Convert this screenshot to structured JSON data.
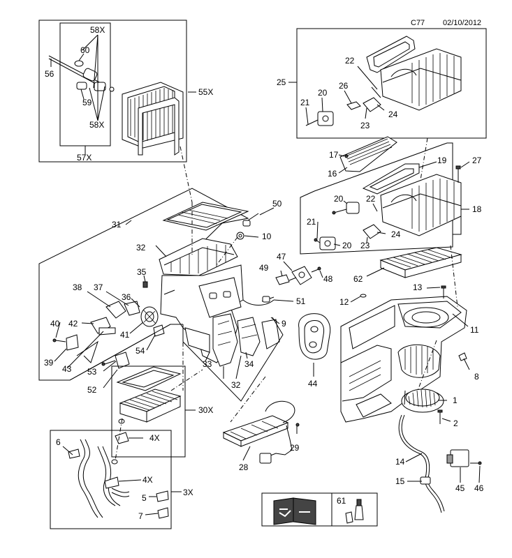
{
  "header": {
    "code": "C77",
    "date": "02/10/2012"
  },
  "callouts": [
    {
      "id": "c58a",
      "label": "58X"
    },
    {
      "id": "c60",
      "label": "60"
    },
    {
      "id": "c56",
      "label": "56"
    },
    {
      "id": "c59",
      "label": "59"
    },
    {
      "id": "c58b",
      "label": "58X"
    },
    {
      "id": "c57",
      "label": "57X"
    },
    {
      "id": "c55",
      "label": "55X"
    },
    {
      "id": "c25",
      "label": "25"
    },
    {
      "id": "c22a",
      "label": "22"
    },
    {
      "id": "c26",
      "label": "26"
    },
    {
      "id": "c20a",
      "label": "20"
    },
    {
      "id": "c21a",
      "label": "21"
    },
    {
      "id": "c24a",
      "label": "24"
    },
    {
      "id": "c23a",
      "label": "23"
    },
    {
      "id": "c17",
      "label": "17"
    },
    {
      "id": "c16",
      "label": "16"
    },
    {
      "id": "c19",
      "label": "19"
    },
    {
      "id": "c27",
      "label": "27"
    },
    {
      "id": "c20b",
      "label": "20"
    },
    {
      "id": "c22b",
      "label": "22"
    },
    {
      "id": "c18",
      "label": "18"
    },
    {
      "id": "c21b",
      "label": "21"
    },
    {
      "id": "c24b",
      "label": "24"
    },
    {
      "id": "c20c",
      "label": "20"
    },
    {
      "id": "c23b",
      "label": "23"
    },
    {
      "id": "c62",
      "label": "62"
    },
    {
      "id": "c13",
      "label": "13"
    },
    {
      "id": "c12",
      "label": "12"
    },
    {
      "id": "c11",
      "label": "11"
    },
    {
      "id": "c8",
      "label": "8"
    },
    {
      "id": "c1",
      "label": "1"
    },
    {
      "id": "c2",
      "label": "2"
    },
    {
      "id": "c14",
      "label": "14"
    },
    {
      "id": "c15",
      "label": "15"
    },
    {
      "id": "c45",
      "label": "45"
    },
    {
      "id": "c46",
      "label": "46"
    },
    {
      "id": "c31",
      "label": "31"
    },
    {
      "id": "c50",
      "label": "50"
    },
    {
      "id": "c10",
      "label": "10"
    },
    {
      "id": "c32a",
      "label": "32"
    },
    {
      "id": "c47",
      "label": "47"
    },
    {
      "id": "c49",
      "label": "49"
    },
    {
      "id": "c48",
      "label": "48"
    },
    {
      "id": "c35",
      "label": "35"
    },
    {
      "id": "c38",
      "label": "38"
    },
    {
      "id": "c37",
      "label": "37"
    },
    {
      "id": "c36",
      "label": "36"
    },
    {
      "id": "c51",
      "label": "51"
    },
    {
      "id": "c9",
      "label": "9"
    },
    {
      "id": "c40",
      "label": "40"
    },
    {
      "id": "c42",
      "label": "42"
    },
    {
      "id": "c41",
      "label": "41"
    },
    {
      "id": "c39",
      "label": "39"
    },
    {
      "id": "c43",
      "label": "43"
    },
    {
      "id": "c54",
      "label": "54"
    },
    {
      "id": "c53",
      "label": "53"
    },
    {
      "id": "c52",
      "label": "52"
    },
    {
      "id": "c33",
      "label": "33"
    },
    {
      "id": "c34",
      "label": "34"
    },
    {
      "id": "c32b",
      "label": "32"
    },
    {
      "id": "c44",
      "label": "44"
    },
    {
      "id": "c30",
      "label": "30X"
    },
    {
      "id": "c4a",
      "label": "4X"
    },
    {
      "id": "c29",
      "label": "29"
    },
    {
      "id": "c28",
      "label": "28"
    },
    {
      "id": "c6",
      "label": "6"
    },
    {
      "id": "c4b",
      "label": "4X"
    },
    {
      "id": "c5",
      "label": "5"
    },
    {
      "id": "c3",
      "label": "3X"
    },
    {
      "id": "c7",
      "label": "7"
    },
    {
      "id": "c61",
      "label": "61"
    }
  ]
}
